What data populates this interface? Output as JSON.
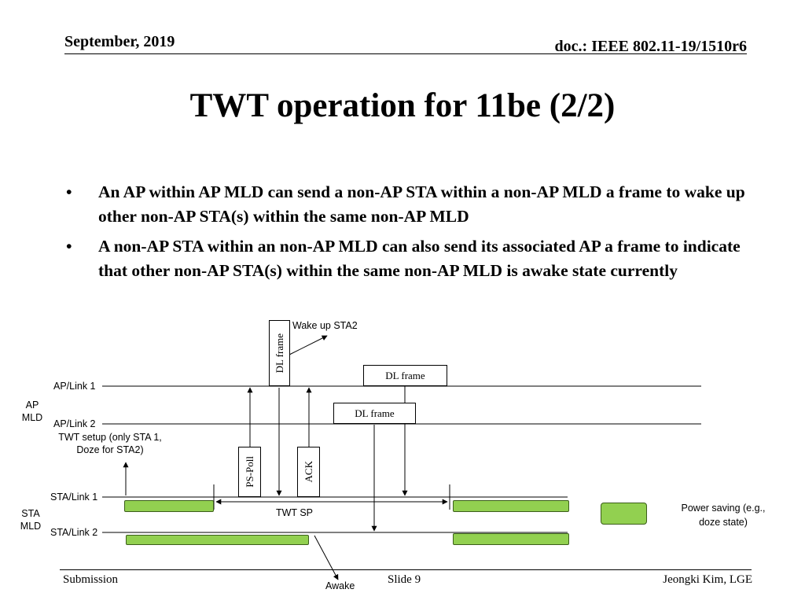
{
  "header": {
    "date": "September, 2019",
    "doc_id": "doc.: IEEE 802.11-19/1510r6"
  },
  "title": "TWT operation for 11be (2/2)",
  "bullets": [
    "An AP within AP MLD can send a non-AP STA within a non-AP MLD a frame to wake up other non-AP STA(s) within the same non-AP MLD",
    "A non-AP STA within an non-AP MLD can also send its associated AP a frame to indicate that other non-AP STA(s) within the same non-AP MLD is awake state currently"
  ],
  "bullet_symbol": "•",
  "diagram": {
    "ap_mld_label": "AP\nMLD",
    "sta_mld_label": "STA\nMLD",
    "ap_link1_label": "AP/Link 1",
    "ap_link2_label": "AP/Link 2",
    "sta_link1_label": "STA/Link 1",
    "sta_link2_label": "STA/Link 2",
    "twt_setup_label": "TWT setup (only STA 1,\nDoze for STA2)",
    "dl_frame_vertical": "DL frame",
    "wake_up_label": "Wake up STA2",
    "dl_frame_link1": "DL frame",
    "dl_frame_link2": "DL frame",
    "ps_poll": "PS-Poll",
    "ack": "ACK",
    "twt_sp_label": "TWT SP",
    "awake_label": "Awake",
    "legend_label": "Power saving (e.g.,\ndoze state)",
    "colors": {
      "power_saving_fill": "#92d050",
      "power_saving_border": "#3b5e1a"
    }
  },
  "footer": {
    "submission": "Submission",
    "slide": "Slide 9",
    "author": "Jeongki Kim, LGE"
  }
}
